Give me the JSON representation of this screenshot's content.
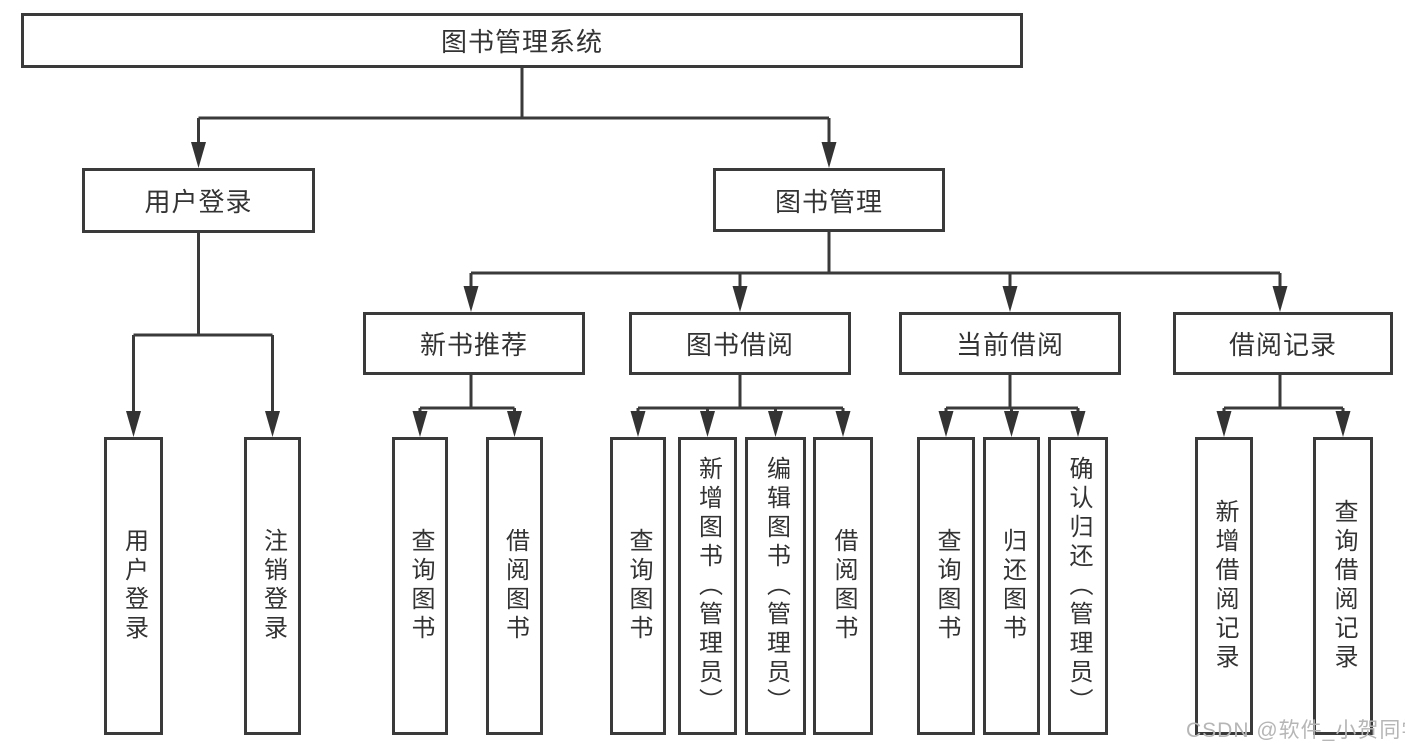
{
  "diagram": {
    "title": "图书管理系统",
    "branches": [
      {
        "label": "用户登录",
        "children": [
          {
            "label": "用户登录"
          },
          {
            "label": "注销登录"
          }
        ]
      },
      {
        "label": "图书管理",
        "children": [
          {
            "label": "新书推荐",
            "children": [
              {
                "label": "查询图书"
              },
              {
                "label": "借阅图书"
              }
            ]
          },
          {
            "label": "图书借阅",
            "children": [
              {
                "label": "查询图书"
              },
              {
                "label": "新增图书（管理员）"
              },
              {
                "label": "编辑图书（管理员）"
              },
              {
                "label": "借阅图书"
              }
            ]
          },
          {
            "label": "当前借阅",
            "children": [
              {
                "label": "查询图书"
              },
              {
                "label": "归还图书"
              },
              {
                "label": "确认归还（管理员）"
              }
            ]
          },
          {
            "label": "借阅记录",
            "children": [
              {
                "label": "新增借阅记录"
              },
              {
                "label": "查询借阅记录"
              }
            ]
          }
        ]
      }
    ]
  },
  "watermark": {
    "text": "CSDN @软件_小贺同学"
  },
  "colors": {
    "line": "#3a3a3a",
    "text": "#333333",
    "box_fill": "#ffffff",
    "background": "#ffffff",
    "watermark": "#b6b6b6"
  }
}
